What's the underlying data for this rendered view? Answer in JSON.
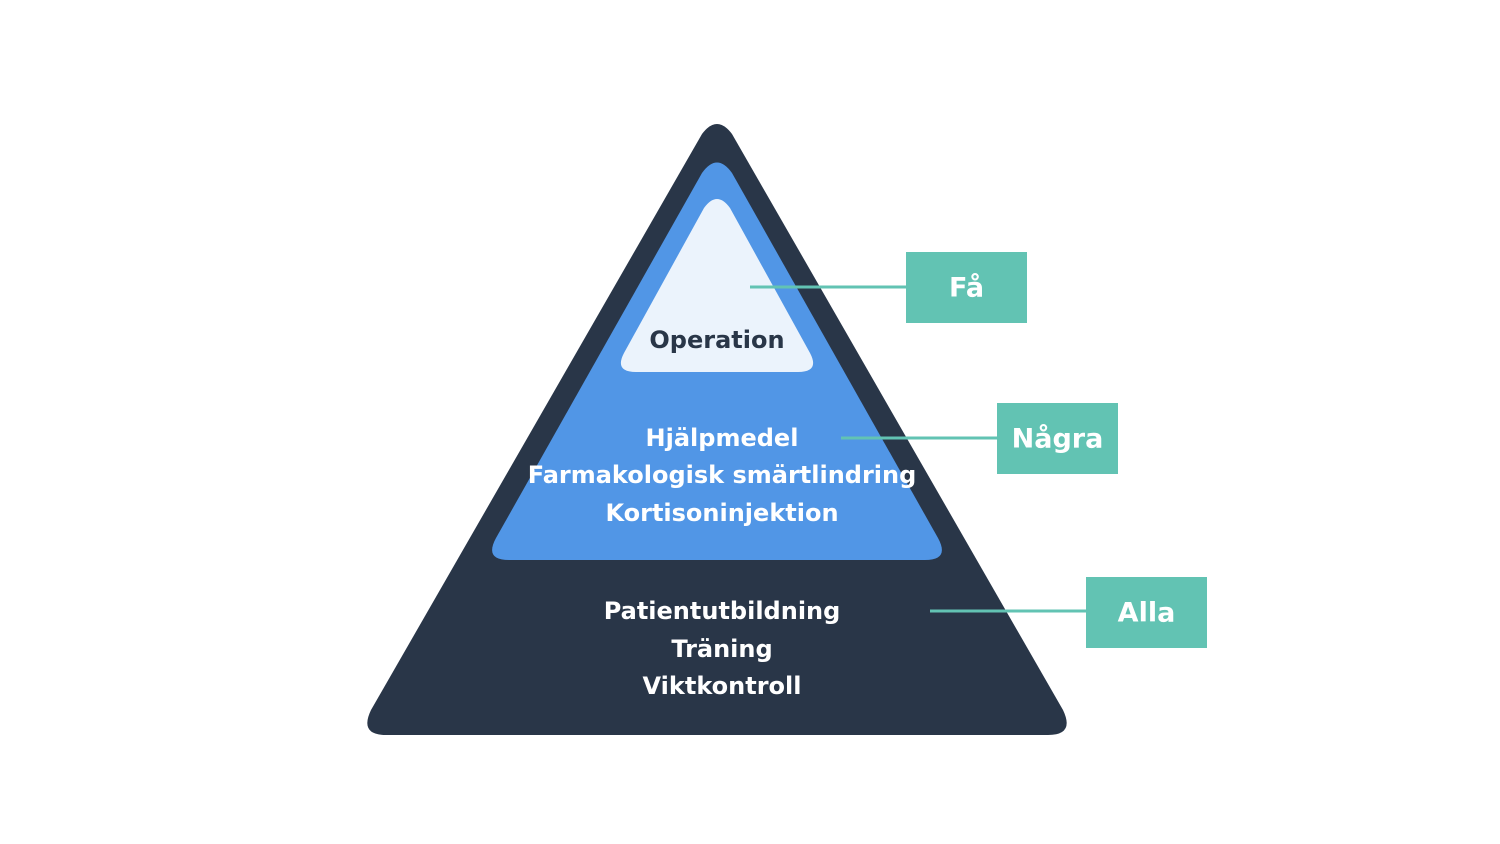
{
  "colors": {
    "background": "#ffffff",
    "base_tier": "#293648",
    "middle_tier": "#5196e6",
    "top_tier": "#ebf3fc",
    "tag_fill": "#62c3b3",
    "connector": "#62c3b3",
    "light_text": "#ffffff",
    "dark_text": "#293648"
  },
  "pyramid": {
    "top": {
      "lines": [
        "Operation"
      ]
    },
    "middle": {
      "lines": [
        "Hjälpmedel",
        "Farmakologisk smärtlindring",
        "Kortisoninjektion"
      ]
    },
    "base": {
      "lines": [
        "Patientutbildning",
        "Träning",
        "Viktkontroll"
      ]
    }
  },
  "tags": [
    {
      "label": "Få"
    },
    {
      "label": "Några"
    },
    {
      "label": "Alla"
    }
  ]
}
